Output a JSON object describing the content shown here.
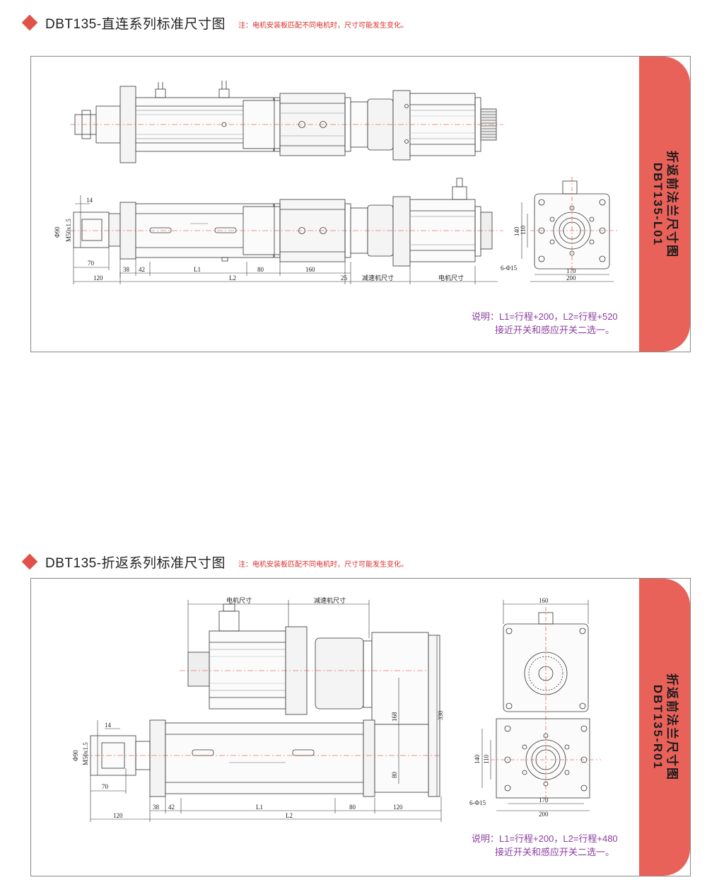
{
  "sections": [
    {
      "title": "DBT135-直连系列标准尺寸图",
      "note": "注：电机安装板匹配不同电机时，尺寸可能发生变化。",
      "tab_line1": "折返前法兰尺寸图",
      "tab_line2": "DBT135-L01",
      "explain_line1": "说明：L1=行程+200，L2=行程+520",
      "explain_line2": "接近开关和感应开关二选一。",
      "dims": {
        "d14": "14",
        "d90": "Φ90",
        "m50": "M50x1.5",
        "d70": "70",
        "d120": "120",
        "d38": "38",
        "d42": "42",
        "L1": "L1",
        "d80": "80",
        "d160": "160",
        "L2": "L2",
        "d25": "25",
        "reducer": "减速机尺寸",
        "motor": "电机尺寸",
        "f140": "140",
        "f110": "110",
        "f170": "170",
        "f200": "200",
        "holes": "6-Φ15"
      }
    },
    {
      "title": "DBT135-折返系列标准尺寸图",
      "note": "注：电机安装板匹配不同电机时，尺寸可能发生变化。",
      "tab_line1": "折返前法兰尺寸图",
      "tab_line2": "DBT135-R01",
      "explain_line1": "说明：L1=行程+200，L2=行程+480",
      "explain_line2": "接近开关和感应开关二选一。",
      "dims": {
        "motor": "电机尺寸",
        "reducer": "减速机尺寸",
        "d168": "168",
        "d330": "330",
        "d80v": "80",
        "d14": "14",
        "d90": "Φ90",
        "m50": "M50x1.5",
        "d70": "70",
        "d120": "120",
        "d38": "38",
        "d42": "42",
        "L1": "L1",
        "d80": "80",
        "d120r": "120",
        "L2": "L2",
        "f160": "160",
        "f140": "140",
        "f110": "110",
        "f170": "170",
        "f200": "200",
        "holes": "6-Φ15"
      }
    }
  ],
  "colors": {
    "accent": "#e8625a",
    "diamond": "#e0514a",
    "note_red": "#d9302c",
    "explain_purple": "#8b3fa0",
    "centerline": "#e03030"
  }
}
